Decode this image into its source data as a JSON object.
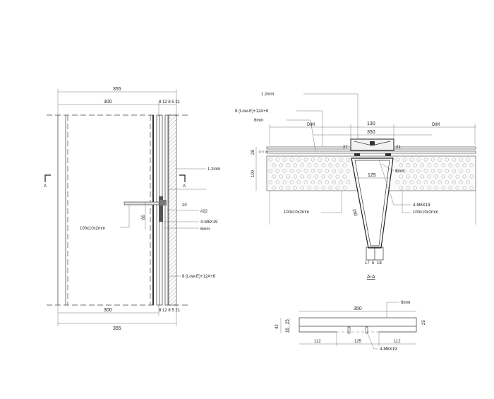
{
  "elevation": {
    "dims": {
      "overall_top": "355",
      "panel_top": "300",
      "layers_top": "8 12 8 5 21",
      "panel_bottom": "300",
      "overall_bottom": "355",
      "bracket_h": "20",
      "plate_h": "80"
    },
    "section_mark_left": "A",
    "section_mark_right": "A",
    "labels": {
      "steel_sheet": "1.2mm",
      "mid": "",
      "rod": "#22",
      "bolts": "4-M6X19",
      "plate": "6mm",
      "glass": "8 (Low-E)+12A+8",
      "tube": "100x10x2mm"
    }
  },
  "section": {
    "title": "A-A",
    "dims": {
      "dim_left": "DIM",
      "center": "130",
      "dim_right": "DIM",
      "width": "350",
      "h27": "27",
      "h21": "21",
      "h28": "28",
      "h100": "100",
      "h125": "125",
      "depth": "280",
      "b17": "17",
      "b5": "5",
      "b18": "18",
      "sub": "12 5 16"
    },
    "labels": {
      "steel_sheet": "1.2mm",
      "glass": "8 (Low-E)+12A+8",
      "plate": "6mm",
      "plate2": "6mm",
      "bolts": "4-M6X19",
      "tube_left": "100x10x2mm",
      "tube_right": "100x10x2mm"
    }
  },
  "plate_detail": {
    "dims": {
      "width": "350",
      "h42": "42",
      "h16": "16",
      "h25": "25",
      "h25r": "25",
      "left": "112",
      "mid": "125",
      "right": "112"
    },
    "labels": {
      "plate": "6mm",
      "bolts": "4-M6X19"
    }
  }
}
